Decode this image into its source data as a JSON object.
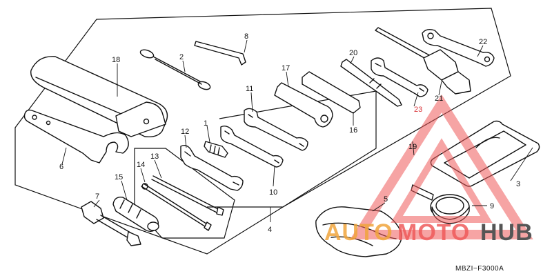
{
  "diagram": {
    "part_code": "MBZI−F3000A",
    "callouts": {
      "c1": "1",
      "c2": "2",
      "c3": "3",
      "c4": "4",
      "c5": "5",
      "c6": "6",
      "c7": "7",
      "c8": "8",
      "c9": "9",
      "c10": "10",
      "c11": "11",
      "c12": "12",
      "c13": "13",
      "c14": "14",
      "c15": "15",
      "c16": "16",
      "c17": "17",
      "c18": "18",
      "c19": "19",
      "c20": "20",
      "c21": "21",
      "c22": "22",
      "c23": "23"
    }
  },
  "watermark": {
    "part1": "AUTO",
    "part2": "MOTO",
    "part3": "HUB",
    "triangle_color": "#ef5a5a",
    "accent_orange": "#f0a43c"
  }
}
